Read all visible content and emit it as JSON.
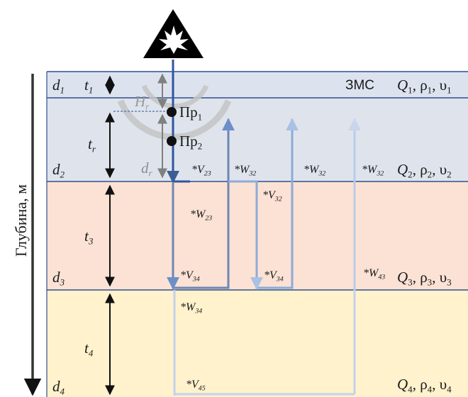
{
  "axis": {
    "label": "Глубина, м"
  },
  "colors": {
    "layer1": "#dde3ee",
    "layer2": "#dfe4ec",
    "layer3": "#fbe2d5",
    "layer4": "#fff2cc",
    "boundary": "#2f4f8f",
    "source": "#000000"
  },
  "source": {
    "icon": "explosion-icon"
  },
  "layers": [
    {
      "depth": "d",
      "depth_sub": "1",
      "thickness": "t",
      "thickness_sub": "1",
      "zone": "ЗМС",
      "props": {
        "q": "Q",
        "q_sub": "1",
        "rho": "ρ",
        "rho_sub": "1",
        "v": "υ",
        "v_sub": "1"
      }
    },
    {
      "depth": "d",
      "depth_sub": "2",
      "thickness": "t",
      "thickness_sub": "r",
      "props": {
        "q": "Q",
        "q_sub": "2",
        "rho": "ρ",
        "rho_sub": "2",
        "v": "υ",
        "v_sub": "2"
      }
    },
    {
      "depth": "d",
      "depth_sub": "3",
      "thickness": "t",
      "thickness_sub": "3",
      "props": {
        "q": "Q",
        "q_sub": "3",
        "rho": "ρ",
        "rho_sub": "3",
        "v": "υ",
        "v_sub": "3"
      }
    },
    {
      "depth": "d",
      "depth_sub": "4",
      "thickness": "t",
      "thickness_sub": "4",
      "props": {
        "q": "Q",
        "q_sub": "4",
        "rho": "ρ",
        "rho_sub": "4",
        "v": "υ",
        "v_sub": "4"
      }
    }
  ],
  "receivers": [
    {
      "base": "Пр",
      "sub": "1"
    },
    {
      "base": "Пр",
      "sub": "2"
    }
  ],
  "distances": {
    "hr": {
      "base": "H",
      "sub": "r"
    },
    "dr": {
      "base": "d",
      "sub": "r"
    }
  },
  "waves": {
    "v23": {
      "base": "*V",
      "sub": "23"
    },
    "w32a": {
      "base": "*W",
      "sub": "32"
    },
    "w32b": {
      "base": "*W",
      "sub": "32"
    },
    "w32c": {
      "base": "*W",
      "sub": "32"
    },
    "w23": {
      "base": "*W",
      "sub": "23"
    },
    "v32": {
      "base": "*V",
      "sub": "32"
    },
    "v34a": {
      "base": "*V",
      "sub": "34"
    },
    "v34b": {
      "base": "*V",
      "sub": "34"
    },
    "w43": {
      "base": "*W",
      "sub": "43"
    },
    "w34": {
      "base": "*W",
      "sub": "34"
    },
    "v45": {
      "base": "*V",
      "sub": "45"
    }
  }
}
